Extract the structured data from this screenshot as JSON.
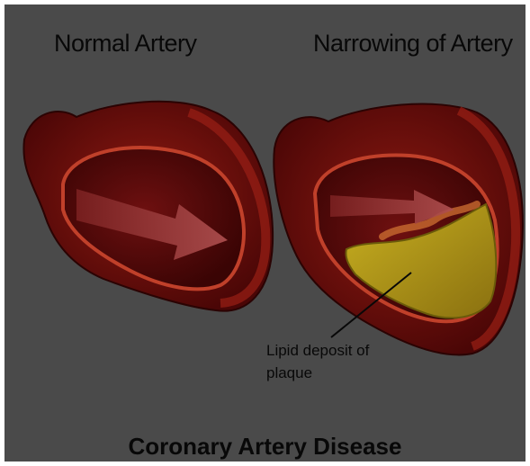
{
  "labels": {
    "left_heading": "Normal Artery",
    "right_heading": "Narrowing of Artery",
    "annotation": "Lipid deposit of plaque",
    "caption": "Coronary Artery Disease"
  },
  "colors": {
    "background": "#4a4a4a",
    "artery_wall": "#7a0f0f",
    "artery_inner": "#5a0a0a",
    "plaque": "#b8a81a",
    "arrow": "#9a3a3a"
  }
}
